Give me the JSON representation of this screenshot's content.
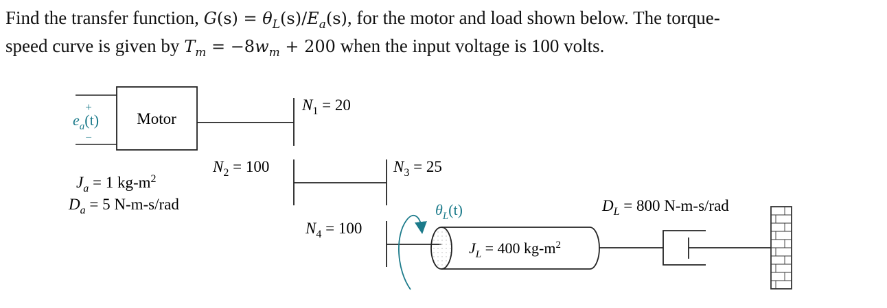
{
  "problem": {
    "line1_prefix": "Find the transfer function, ",
    "tf_lhs": "G",
    "tf_arg": "(s)",
    "equals": " = ",
    "theta": "θ",
    "theta_sub": "L",
    "slash": "(s)/",
    "E": "E",
    "E_sub": "a",
    "E_arg": "(s)",
    "line1_suffix": ", for the motor and load shown below. The torque-",
    "line2_prefix": "speed curve is given by ",
    "T": "T",
    "T_sub": "m",
    "eq_mid": " = −8",
    "w": "w",
    "w_sub": "m",
    "eq_end": " + 200",
    "line2_suffix": " when the input voltage is 100 volts."
  },
  "diagram": {
    "input_plus": "+",
    "input_minus": "−",
    "input_label_e": "e",
    "input_label_sub": "a",
    "input_label_arg": "(t)",
    "motor_label": "Motor",
    "Ja": {
      "sym": "J",
      "sub": "a",
      "value": " = 1 kg-m",
      "sup": "2"
    },
    "Da": {
      "sym": "D",
      "sub": "a",
      "value": " = 5 N-m-s/rad"
    },
    "N1": {
      "sym": "N",
      "sub": "1",
      "value": " = 20"
    },
    "N2": {
      "sym": "N",
      "sub": "2",
      "value": " = 100"
    },
    "N3": {
      "sym": "N",
      "sub": "3",
      "value": " = 25"
    },
    "N4": {
      "sym": "N",
      "sub": "4",
      "value": " = 100"
    },
    "thetaL": {
      "sym": "θ",
      "sub": "L",
      "arg": "(t)"
    },
    "JL": {
      "sym": "J",
      "sub": "L",
      "value": " = 400 kg-m",
      "sup": "2"
    },
    "DL": {
      "sym": "D",
      "sub": "L",
      "value": " = 800 N-m-s/rad"
    },
    "colors": {
      "accent": "#1b7a8a",
      "line": "#222222"
    }
  }
}
